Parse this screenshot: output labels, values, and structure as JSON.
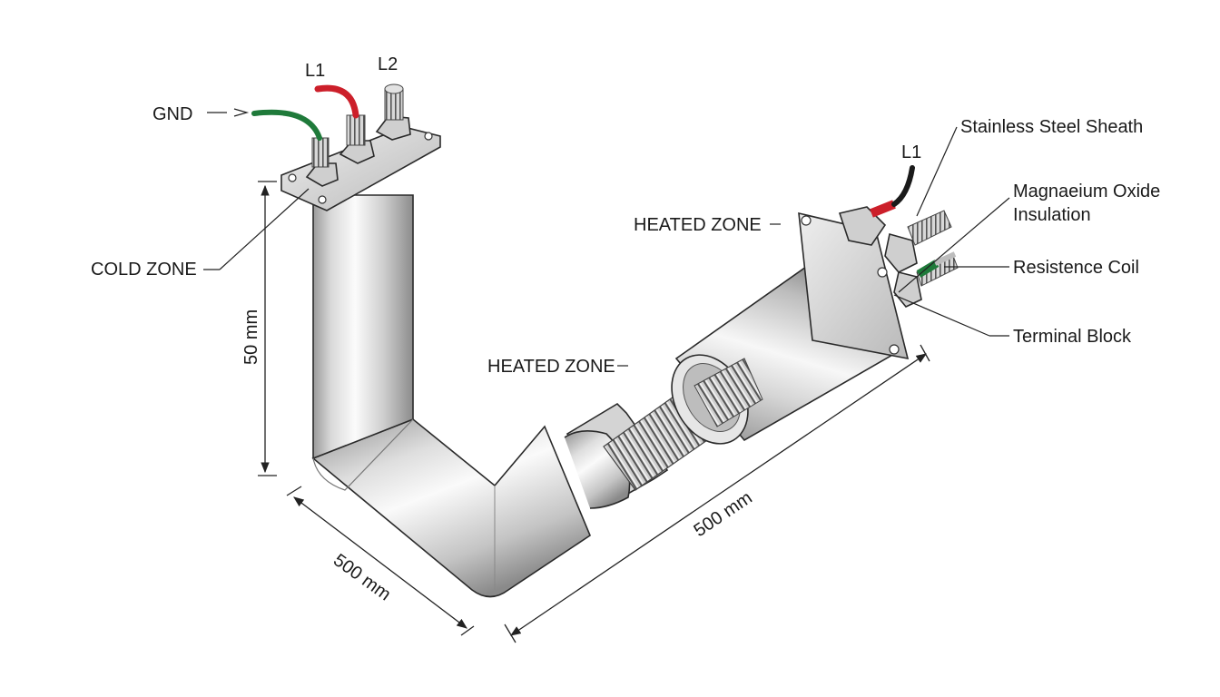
{
  "labels": {
    "gnd": "GND",
    "l1_top": "L1",
    "l2_top": "L2",
    "cold_zone": "COLD ZONE",
    "heated_zone_upper": "HEATED ZONE",
    "heated_zone_lower": "HEATED ZONE",
    "l1_right": "L1",
    "stainless_sheath": "Stainless Steel Sheath",
    "mgo_line1": "Magnaeium Oxide",
    "mgo_line2": "Insulation",
    "resistance_coil": "Resistence Coil",
    "terminal_block": "Terminal Block"
  },
  "dimensions": {
    "vertical": "50 mm",
    "lower_left": "500 mm",
    "lower_right": "500 mm"
  },
  "colors": {
    "steel_light": "#f4f4f4",
    "steel_mid": "#c8c8c8",
    "steel_dark": "#8a8a8a",
    "wire_red": "#cc1f2a",
    "wire_green": "#1f7a3a",
    "wire_black": "#1a1a1a"
  }
}
